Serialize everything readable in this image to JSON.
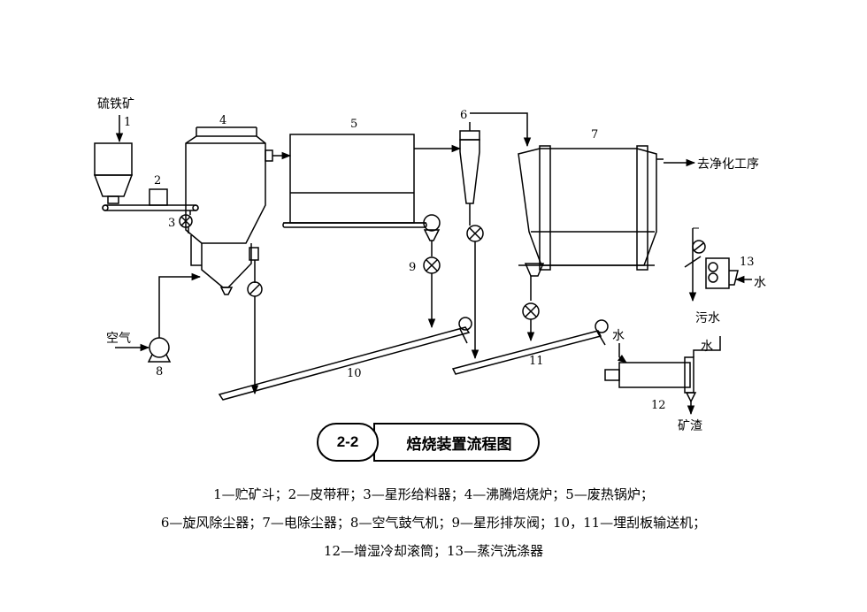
{
  "labels": {
    "ore_input": "硫铁矿",
    "air": "空气",
    "to_purification": "去净化工序",
    "water_scrubber": "水",
    "wastewater": "污水",
    "water_drum_in": "水",
    "water_drum_out": "水",
    "slag": "矿渣"
  },
  "numbers": [
    "1",
    "2",
    "3",
    "4",
    "5",
    "6",
    "7",
    "8",
    "9",
    "10",
    "11",
    "12",
    "13"
  ],
  "caption": {
    "number": "2-2",
    "title": "焙烧装置流程图"
  },
  "legend": [
    "1—贮矿斗；2—皮带秤；3—星形给料器；4—沸腾焙烧炉；5—废热锅炉；",
    "6—旋风除尘器；7—电除尘器；8—空气鼓气机；9—星形排灰阀；10，11—埋刮板输送机；",
    "12—增湿冷却滚筒；13—蒸汽洗涤器"
  ]
}
